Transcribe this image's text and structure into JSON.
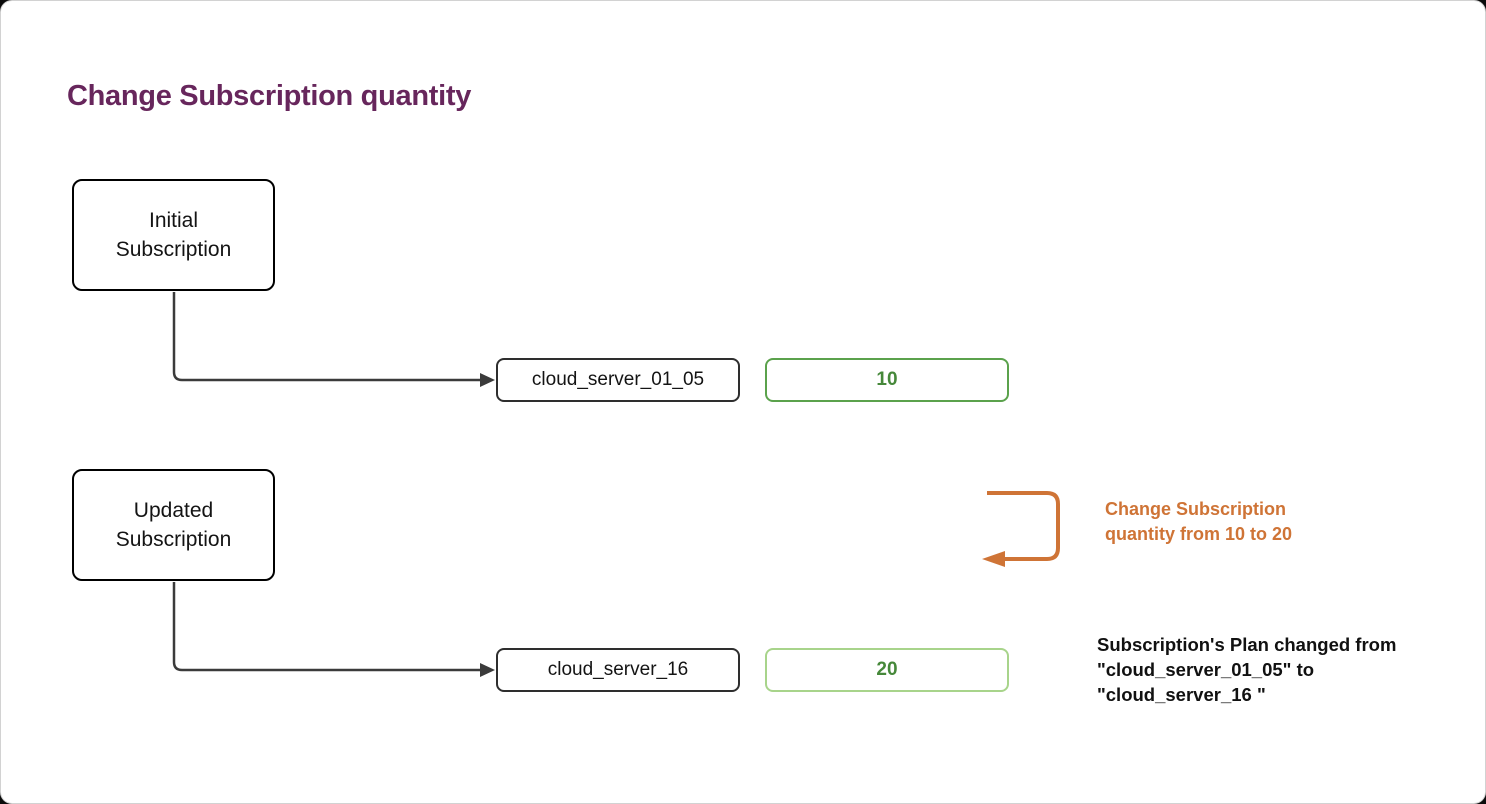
{
  "title": "Change Subscription quantity",
  "colors": {
    "title": "#67265c",
    "orange": "#cf7436",
    "green_text": "#46883a",
    "green_border": "#5ba24c",
    "green_border_light": "#a8d48b",
    "connector": "#3b3b3b",
    "node_border": "#000000",
    "plan_border": "#2e2e2e",
    "note_text": "#111111",
    "canvas_bg": "#ffffff"
  },
  "nodes": {
    "initial": {
      "label": "Initial Subscription",
      "plan": "cloud_server_01_05",
      "quantity": "10"
    },
    "updated": {
      "label": "Updated Subscription",
      "plan": "cloud_server_16",
      "quantity": "20"
    }
  },
  "annotations": {
    "change_note_lines": [
      "Change Subscription",
      "quantity from 10 to 20"
    ],
    "plan_note_lines": [
      "Subscription's Plan changed from",
      "\"cloud_server_01_05\" to",
      "\"cloud_server_16 \""
    ]
  }
}
